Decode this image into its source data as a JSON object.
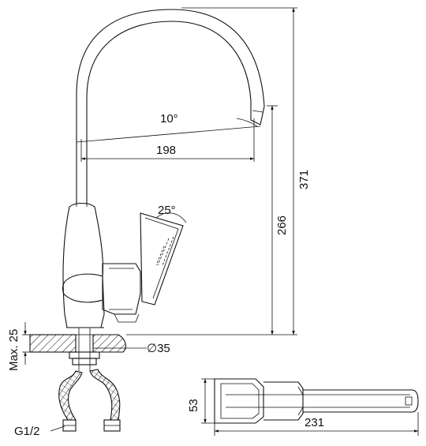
{
  "dimensions": {
    "angle_spout": "10°",
    "reach": "198",
    "height_total": "371",
    "height_spout": "266",
    "angle_lever": "25°",
    "deck_max": "Max. 25",
    "hole_diameter": "∅35",
    "connection": "G1/2",
    "handle_height": "53",
    "handle_length": "231"
  }
}
